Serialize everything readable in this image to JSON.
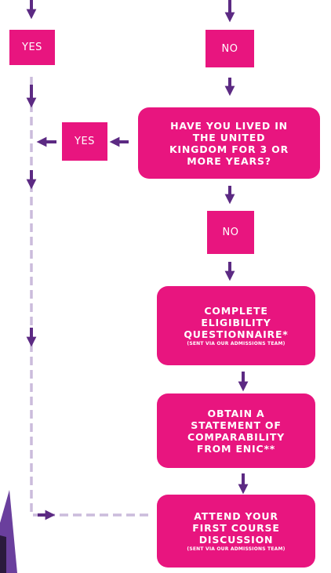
{
  "colors": {
    "node_fill": "#e8157f",
    "arrow": "#5c2a83",
    "dashed_line": "#cbbcdc",
    "decor_purple": "#6a3f9d"
  },
  "nodes": {
    "yes_left": "YES",
    "no_top": "NO",
    "lived_uk": "HAVE YOU LIVED IN\nTHE UNITED\nKINGDOM FOR 3 OR\nMORE YEARS?",
    "yes_mid": "YES",
    "no_mid": "NO",
    "questionnaire": "COMPLETE\nELIGIBILITY\nQUESTIONNAIRE*",
    "questionnaire_note": "(SENT VIA OUR ADMISSIONS TEAM)",
    "statement": "OBTAIN A\nSTATEMENT OF\nCOMPARABILITY\nFROM ENIC**",
    "attend": "ATTEND YOUR\nFIRST COURSE\nDISCUSSION",
    "attend_note": "(SENT VIA OUR ADMISSIONS TEAM)"
  }
}
